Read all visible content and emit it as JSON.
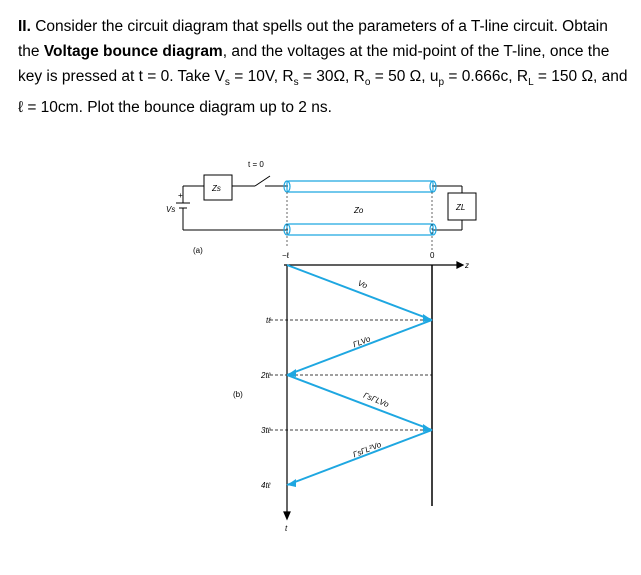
{
  "problem": {
    "number": "II.",
    "text_a": " Consider the circuit diagram that spells out the parameters of a T-line circuit. Obtain the ",
    "bold": "Voltage bounce diagram",
    "text_b": ", and the voltages at the mid-point of the T-line, once the key is pressed at t = 0. Take V",
    "sub_s1": "s",
    "text_c": " = 10V, R",
    "sub_s2": "s",
    "text_d": " = 30Ω, R",
    "sub_o": "o",
    "text_e": " = 50 Ω, u",
    "sub_p": "p",
    "text_f": " = 0.666c, R",
    "sub_L": "L",
    "text_g": " = 150 Ω, and ℓ = 10cm. Plot the bounce diagram up to 2 ns."
  },
  "figure": {
    "part_a": "(a)",
    "part_b": "(b)",
    "switch_time": "t = 0",
    "source_impedance": "Zs",
    "source_voltage": "Vs",
    "line_impedance": "Zo",
    "load_impedance": "ZL",
    "x_left": "−ℓ",
    "x_right": "0",
    "z_axis": "z",
    "t_axis": "t",
    "times": [
      "tℓ",
      "2tℓ",
      "3tℓ",
      "4tℓ"
    ],
    "waves": [
      "Vo",
      "ΓLVo",
      "ΓsΓLVo",
      "ΓsΓL²Vo"
    ],
    "line_color": "#1ea7e1"
  }
}
